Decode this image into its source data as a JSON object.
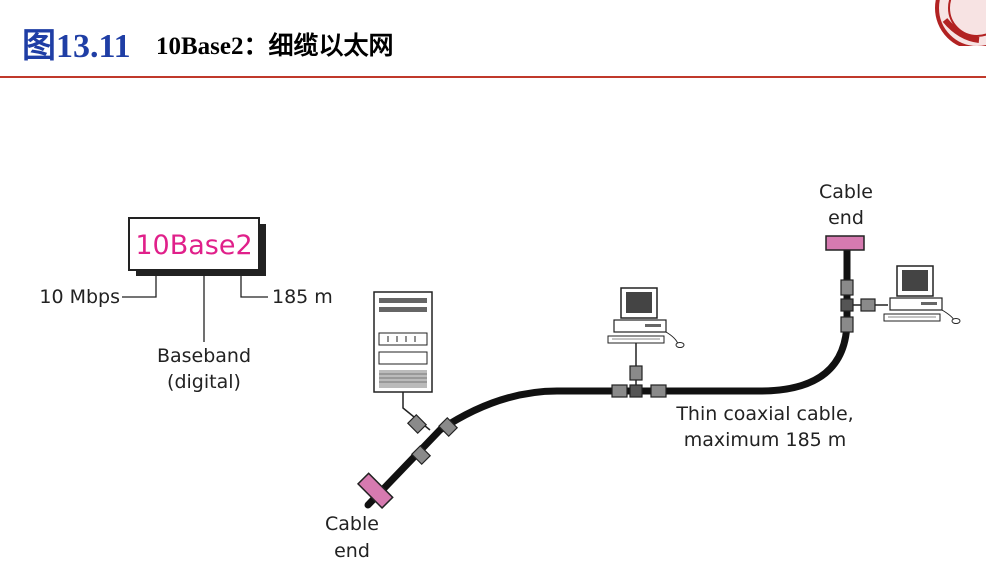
{
  "header": {
    "figure_number": "图13.11",
    "title": "10Base2：细缆以太网"
  },
  "diagram": {
    "standard_box": "10Base2",
    "rate_label": "10 Mbps",
    "length_label": "185 m",
    "signal_label_line1": "Baseband",
    "signal_label_line2": "(digital)",
    "cable_label_line1": "Thin coaxial cable,",
    "cable_label_line2": "maximum 185 m",
    "cable_end_top_line1": "Cable",
    "cable_end_top_line2": "end",
    "cable_end_bottom_line1": "Cable",
    "cable_end_bottom_line2": "end"
  },
  "colors": {
    "title_blue": "#1f3ea5",
    "rule_red": "#c0392b",
    "accent_magenta": "#e0208a",
    "terminator_pink": "#d67ab0",
    "connector_gray": "#8a8a8a"
  }
}
